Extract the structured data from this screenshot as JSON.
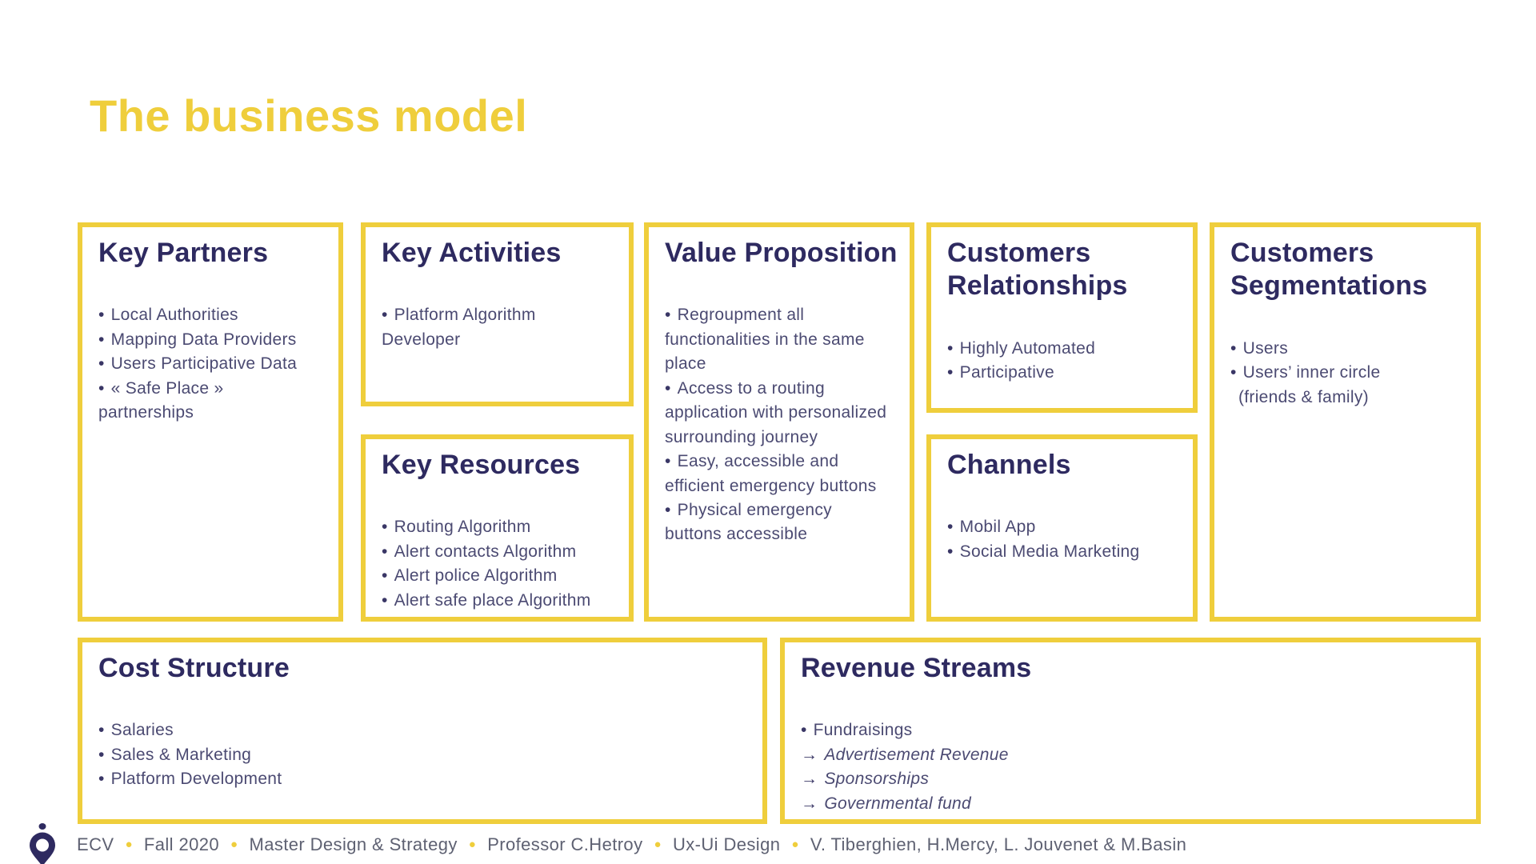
{
  "title": "The business model",
  "colors": {
    "accent_yellow": "#EFCE3C",
    "heading_navy": "#2E2A60",
    "body_text": "#4B4A72",
    "footer_text": "#5E6172",
    "logo_navy": "#2E2A60"
  },
  "boxes": {
    "key_partners": {
      "heading": "Key Partners",
      "items": [
        {
          "marker": "•",
          "text": "Local Authorities"
        },
        {
          "marker": "•",
          "text": "Mapping Data Providers"
        },
        {
          "marker": "•",
          "text": "Users Participative Data"
        },
        {
          "marker": "•",
          "text": "« Safe Place » partnerships"
        }
      ]
    },
    "key_activities": {
      "heading": "Key Activities",
      "items": [
        {
          "marker": "•",
          "text": "Platform Algorithm Developer"
        }
      ]
    },
    "key_resources": {
      "heading": "Key Resources",
      "items": [
        {
          "marker": "•",
          "text": "Routing Algorithm"
        },
        {
          "marker": "•",
          "text": "Alert contacts Algorithm"
        },
        {
          "marker": "•",
          "text": "Alert police Algorithm"
        },
        {
          "marker": "•",
          "text": "Alert safe place Algorithm"
        }
      ]
    },
    "value_proposition": {
      "heading": "Value Proposition",
      "items": [
        {
          "marker": "•",
          "text": "Regroupment all functionalities in the same place"
        },
        {
          "marker": "•",
          "text": "Access to a routing application with personalized surrounding journey"
        },
        {
          "marker": "•",
          "text": "Easy, accessible and efficient emergency buttons"
        },
        {
          "marker": "•",
          "text": "Physical emergency buttons accessible"
        }
      ]
    },
    "customers_relationships": {
      "heading": "Customers Relationships",
      "items": [
        {
          "marker": "•",
          "text": "Highly Automated"
        },
        {
          "marker": "•",
          "text": "Participative"
        }
      ]
    },
    "channels": {
      "heading": "Channels",
      "items": [
        {
          "marker": "•",
          "text": "Mobil App"
        },
        {
          "marker": "•",
          "text": "Social Media Marketing"
        }
      ]
    },
    "customers_segmentations": {
      "heading": "Customers Segmentations",
      "items": [
        {
          "marker": "•",
          "text": "Users"
        },
        {
          "marker": "•",
          "text": "Users’ inner circle"
        },
        {
          "marker": "",
          "text": "(friends & family)",
          "indent": true
        }
      ]
    },
    "cost_structure": {
      "heading": "Cost Structure",
      "items": [
        {
          "marker": "•",
          "text": "Salaries"
        },
        {
          "marker": "•",
          "text": "Sales & Marketing"
        },
        {
          "marker": "•",
          "text": "Platform Development"
        }
      ]
    },
    "revenue_streams": {
      "heading": "Revenue Streams",
      "items": [
        {
          "marker": "•",
          "text": "Fundraisings"
        },
        {
          "marker": "→",
          "text": "Advertisement Revenue",
          "italic": true
        },
        {
          "marker": "→",
          "text": "Sponsorships",
          "italic": true
        },
        {
          "marker": "→",
          "text": "Governmental fund",
          "italic": true
        }
      ]
    }
  },
  "footer": {
    "logo": "location-pin-logo",
    "segments": [
      {
        "sep": "",
        "text": "ECV"
      },
      {
        "sep": "●",
        "text": "Fall 2020"
      },
      {
        "sep": "●",
        "text": "Master Design & Strategy"
      },
      {
        "sep": "●",
        "text": "Professor C.Hetroy"
      },
      {
        "sep": "●",
        "text": "Ux-Ui Design"
      },
      {
        "sep": "●",
        "text": "V. Tiberghien, H.Mercy, L. Jouvenet & M.Basin"
      }
    ]
  }
}
